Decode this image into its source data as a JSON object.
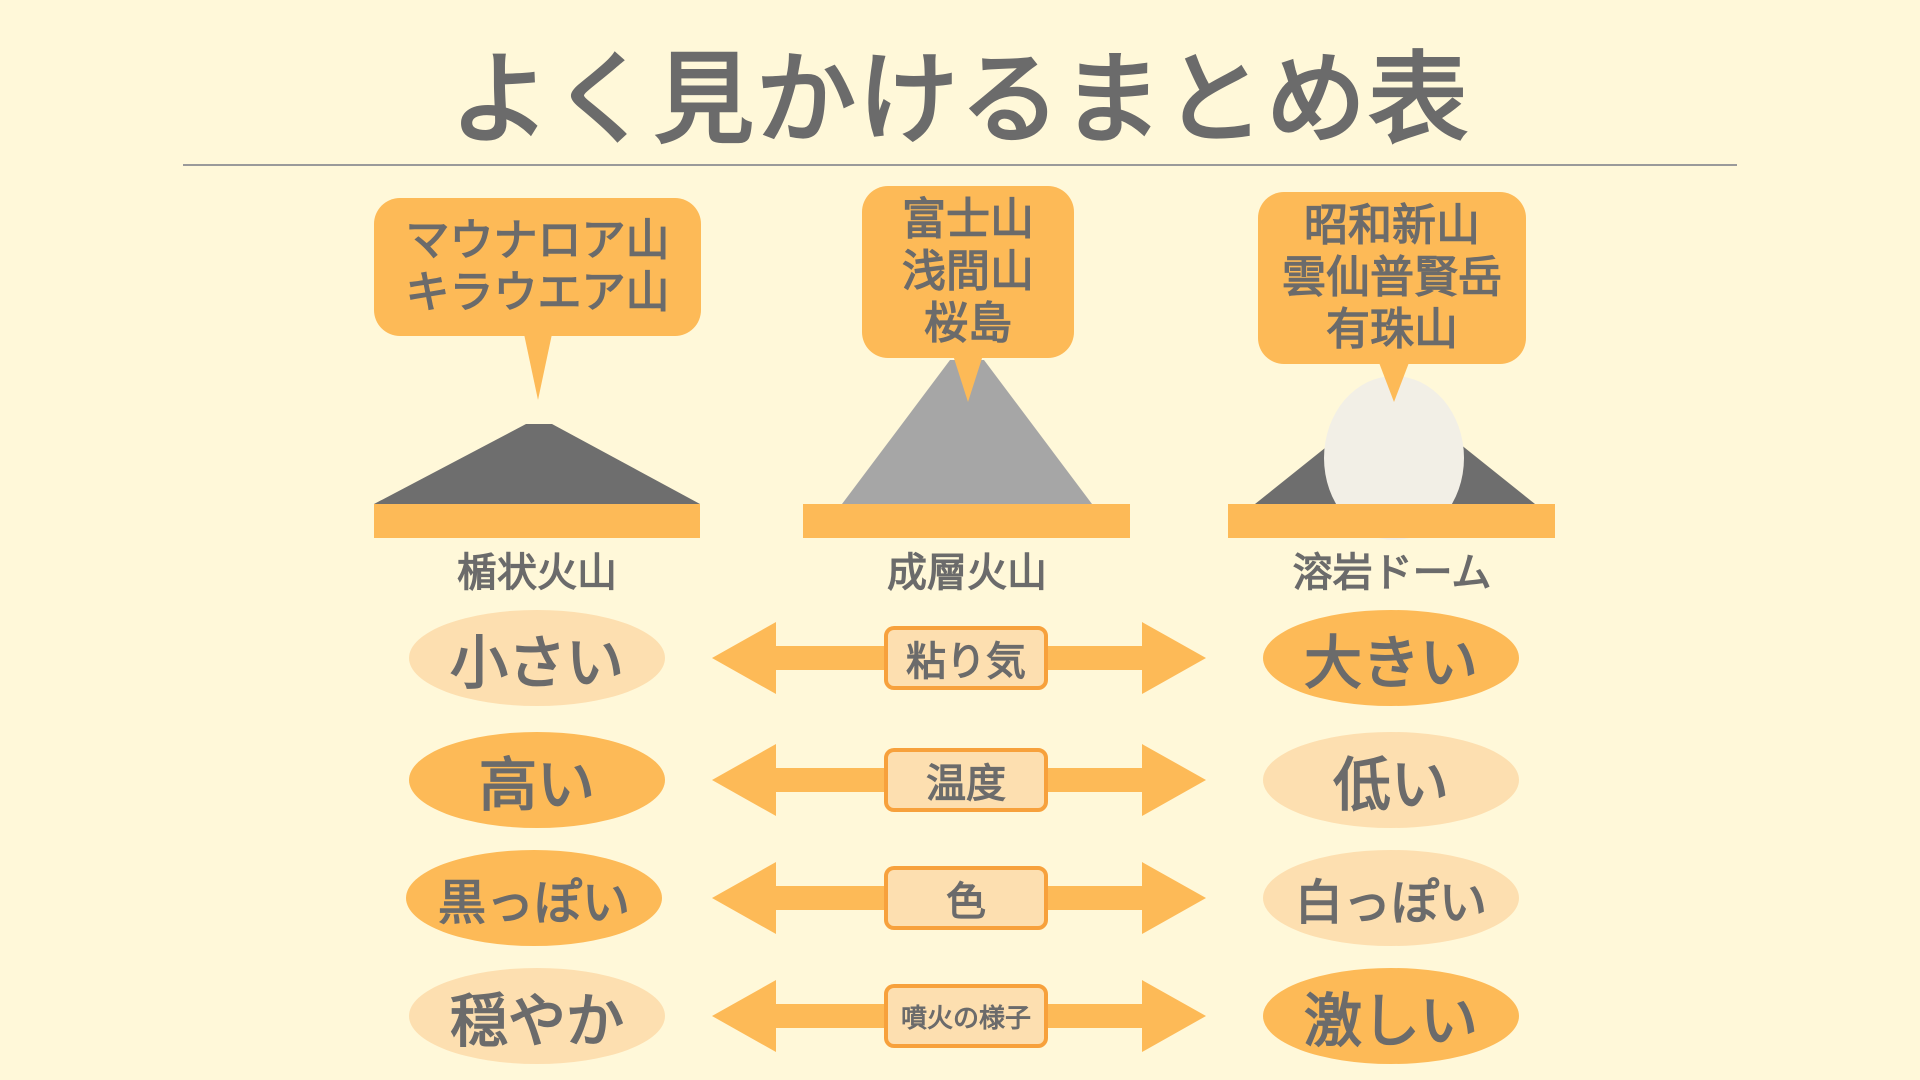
{
  "title": "よく見かけるまとめ表",
  "volcanoes": [
    {
      "type": "楯状火山",
      "examples": [
        "マウナロア山",
        "キラウエア山"
      ]
    },
    {
      "type": "成層火山",
      "examples": [
        "富士山",
        "浅間山",
        "桜島"
      ]
    },
    {
      "type": "溶岩ドーム",
      "examples": [
        "昭和新山",
        "雲仙普賢岳",
        "有珠山"
      ]
    }
  ],
  "comparisons": [
    {
      "property": "粘り気",
      "left": "小さい",
      "right": "大きい"
    },
    {
      "property": "温度",
      "left": "高い",
      "right": "低い"
    },
    {
      "property": "色",
      "left": "黒っぽい",
      "right": "白っぽい"
    },
    {
      "property": "噴火の様子",
      "left": "穏やか",
      "right": "激しい"
    }
  ],
  "colors": {
    "background": "#FFF8D9",
    "accent": "#FDBA57",
    "accent_light": "#FDDFB0",
    "text": "#6B6B6B",
    "dark_rock": "#6E6E6E",
    "mid_rock": "#A6A6A6",
    "dome": "#F2EFE6"
  }
}
